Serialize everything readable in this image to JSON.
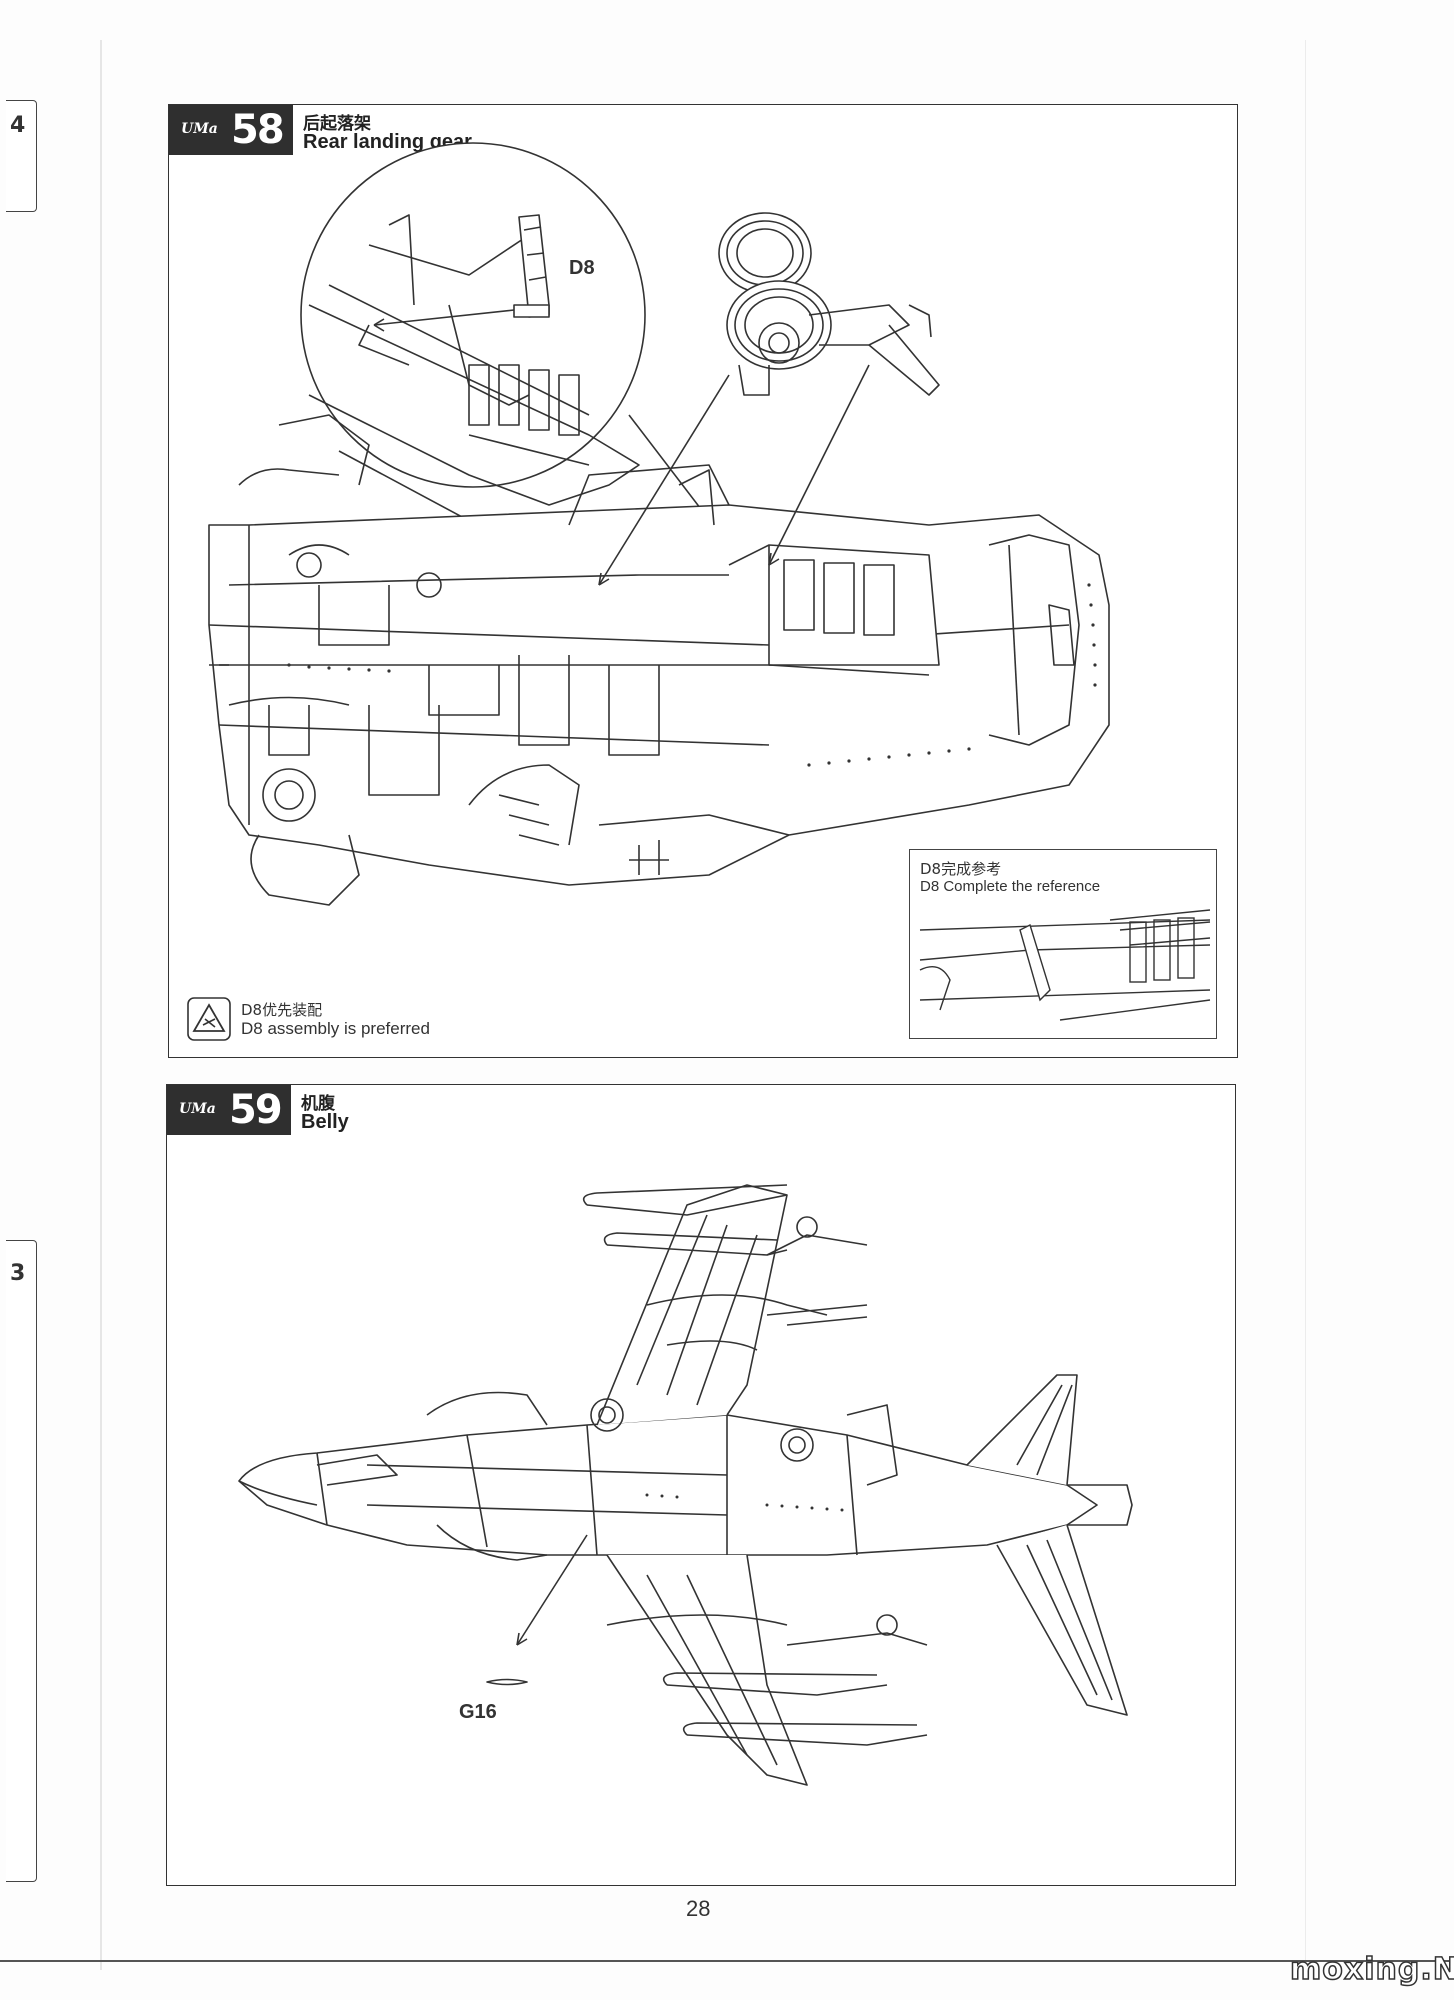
{
  "side_tabs": [
    {
      "label": "4"
    },
    {
      "label": "3"
    }
  ],
  "steps": [
    {
      "brand": "UMa",
      "number": "58",
      "title_cn": "后起落架",
      "title_en": "Rear landing gear",
      "callout_part": "D8",
      "reference": {
        "title_cn": "D8完成参考",
        "title_en": "D8 Complete the reference"
      },
      "warning": {
        "text_cn": "D8优先装配",
        "text_en": "D8 assembly is preferred"
      }
    },
    {
      "brand": "UMa",
      "number": "59",
      "title_cn": "机腹",
      "title_en": "Belly",
      "callout_part": "G16"
    }
  ],
  "page_number": "28",
  "watermark": "moxing.NET",
  "colors": {
    "line": "#333333",
    "badge_bg": "#2f2f2f",
    "paper": "#fdfdfd"
  },
  "icons": {
    "warning": "warning-triangle-icon"
  }
}
